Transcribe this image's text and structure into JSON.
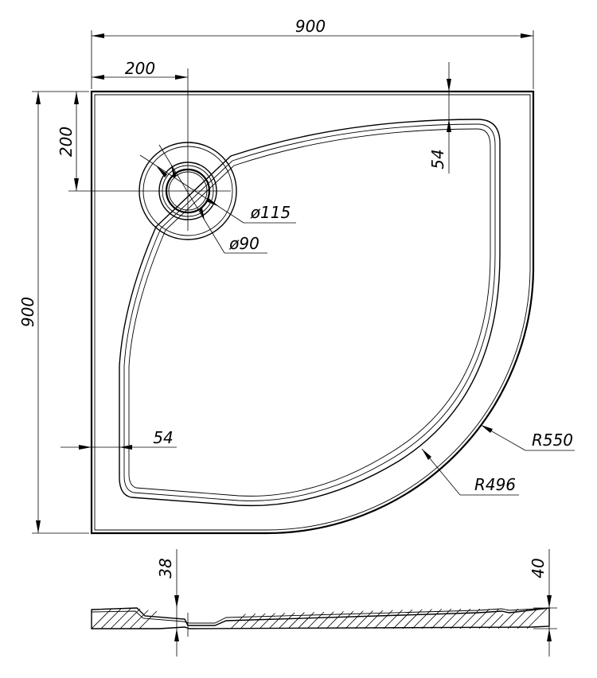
{
  "dimensions": {
    "overall_width": "900",
    "overall_height": "900",
    "drain_offset_x": "200",
    "drain_offset_y": "200",
    "rim_top": "54",
    "rim_left": "54",
    "drain_outer_diameter": "ø115",
    "drain_inner_diameter": "ø90",
    "outer_radius": "R550",
    "inner_radius": "R496",
    "drain_depth": "38",
    "tray_height": "40"
  }
}
